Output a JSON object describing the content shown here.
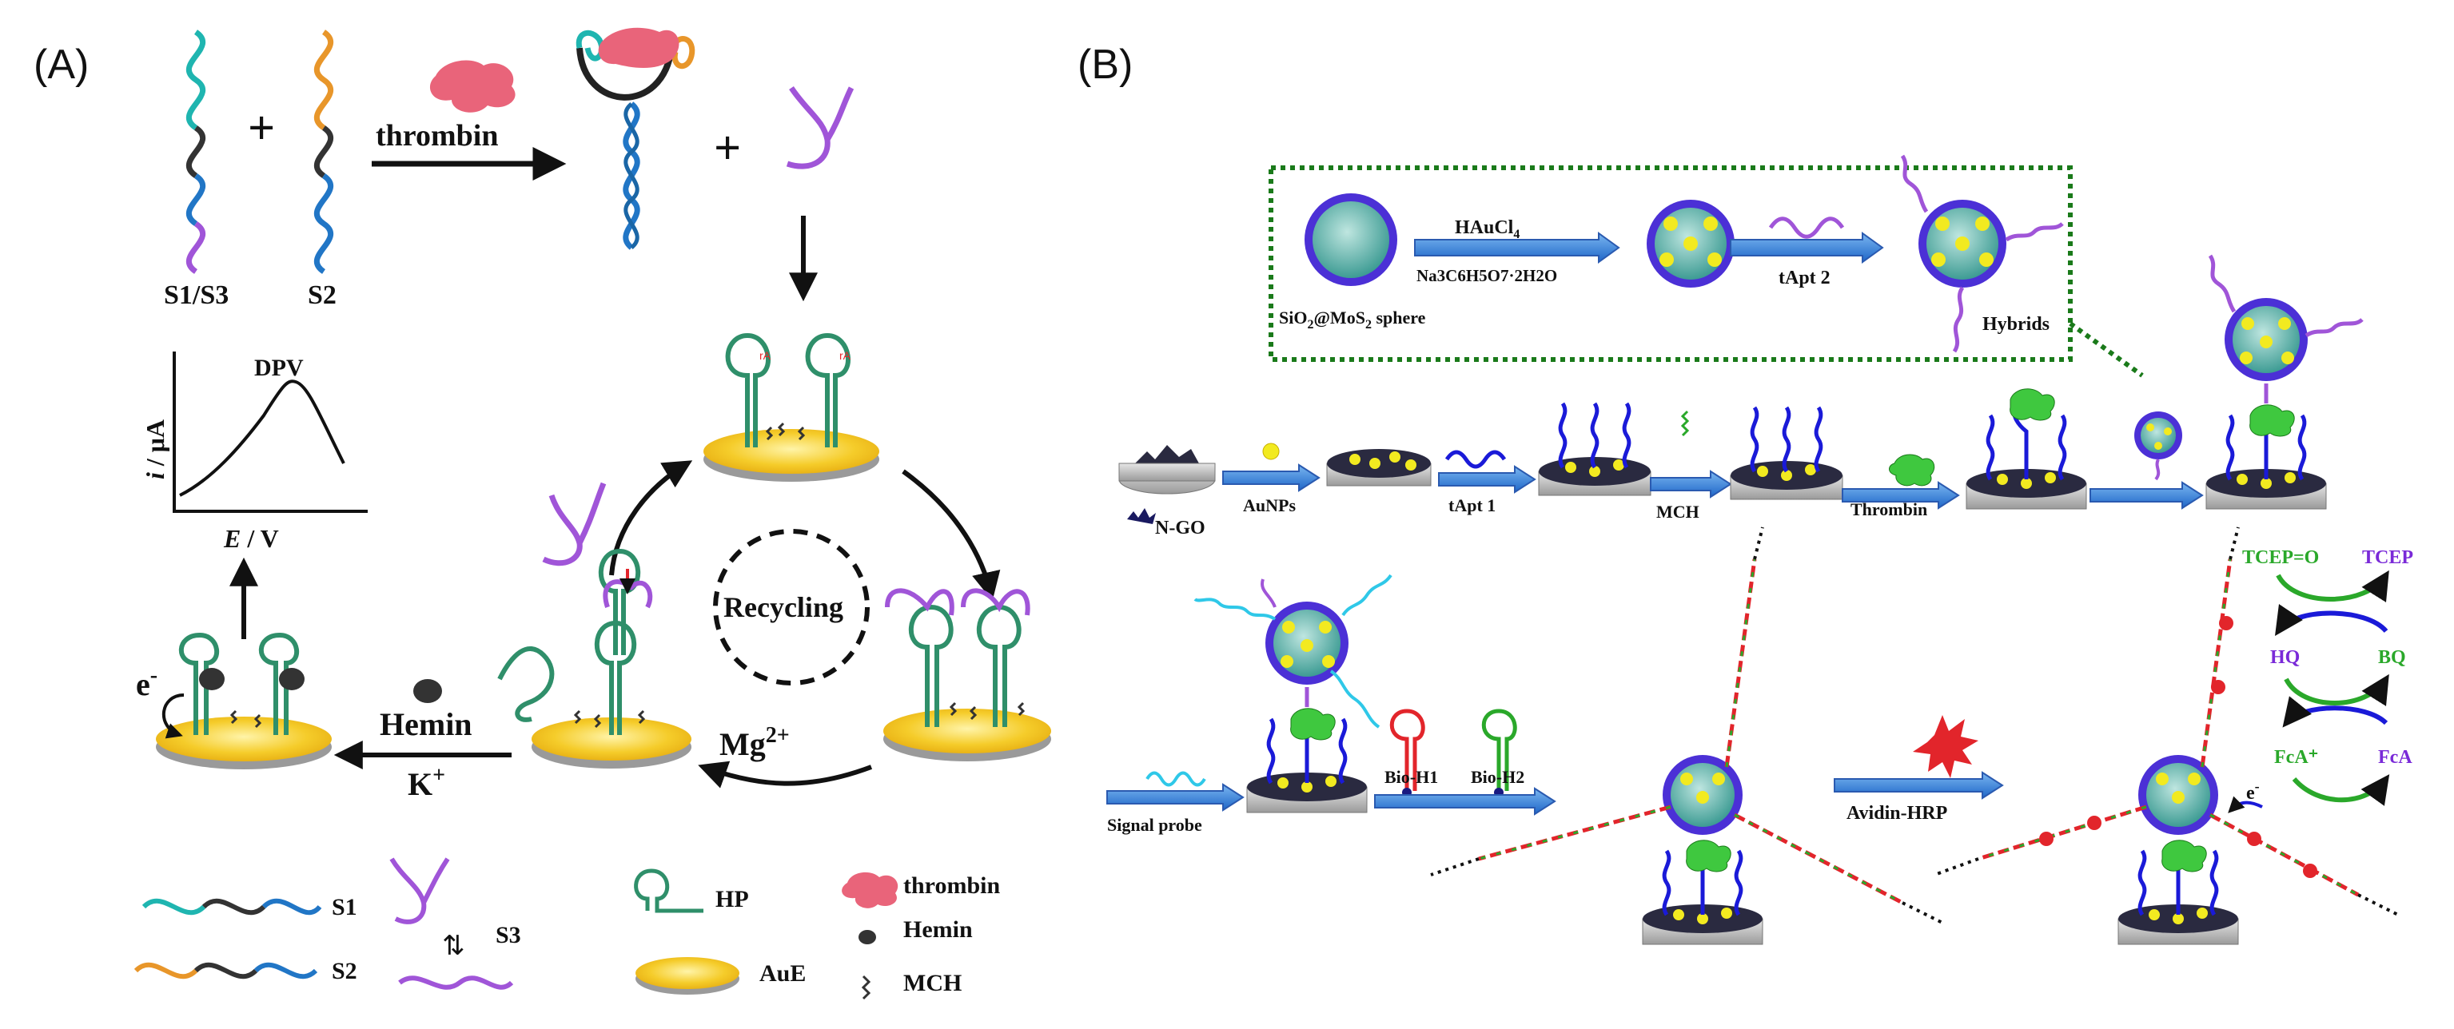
{
  "panel_a": {
    "label": "(A)",
    "strand_s1s3": "S1/S3",
    "strand_s2": "S2",
    "plus": "+",
    "arrow_thrombin": "thrombin",
    "recycling": "Recycling",
    "mg_prefix": "Mg",
    "mg_sup": "2+",
    "hemin_arrow": "Hemin",
    "k_prefix": "K",
    "k_sup": "+",
    "electron": "e",
    "electron_sup": "-",
    "dpv": "DPV",
    "y_axis_i": "i",
    "y_axis_unit": " / μA",
    "x_axis_e": "E",
    "x_axis_unit": " / V",
    "legend": {
      "s1": "S1",
      "s2": "S2",
      "s3": "S3",
      "hp": "HP",
      "aue": "AuE",
      "thrombin": "thrombin",
      "hemin": "Hemin",
      "mch": "MCH"
    }
  },
  "panel_b": {
    "label": "(B)",
    "haucl4": "HAuCl",
    "haucl4_sub": "4",
    "citrate": "Na3C6H5O7·2H2O",
    "tapt2": "tApt 2",
    "sphere_prefix": "SiO",
    "sphere_sub1": "2",
    "sphere_mid": "@MoS",
    "sphere_sub2": "2",
    "sphere_suffix": " sphere",
    "hybrids": "Hybrids",
    "n_go": "N-GO",
    "aunps": "AuNPs",
    "tapt1": "tApt 1",
    "mch": "MCH",
    "thrombin": "Thrombin",
    "signal_probe": "Signal probe",
    "bio_h1": "Bio-H1",
    "bio_h2": "Bio-H2",
    "avidin_hrp": "Avidin-HRP",
    "tcep_o": "TCEP=O",
    "tcep": "TCEP",
    "hq": "HQ",
    "bq": "BQ",
    "fca_plus": "FcA⁺",
    "fca": "FcA",
    "electron": "e",
    "electron_sup": "-"
  },
  "colors": {
    "teal": "#1fb5b0",
    "orange": "#e8962a",
    "blue": "#2176c6",
    "purple": "#a055d8",
    "green": "#2f8f6a",
    "pink": "#e9647a",
    "gold": "#f5cc2a",
    "navy": "#1a1ad8",
    "red": "#e2252b"
  }
}
